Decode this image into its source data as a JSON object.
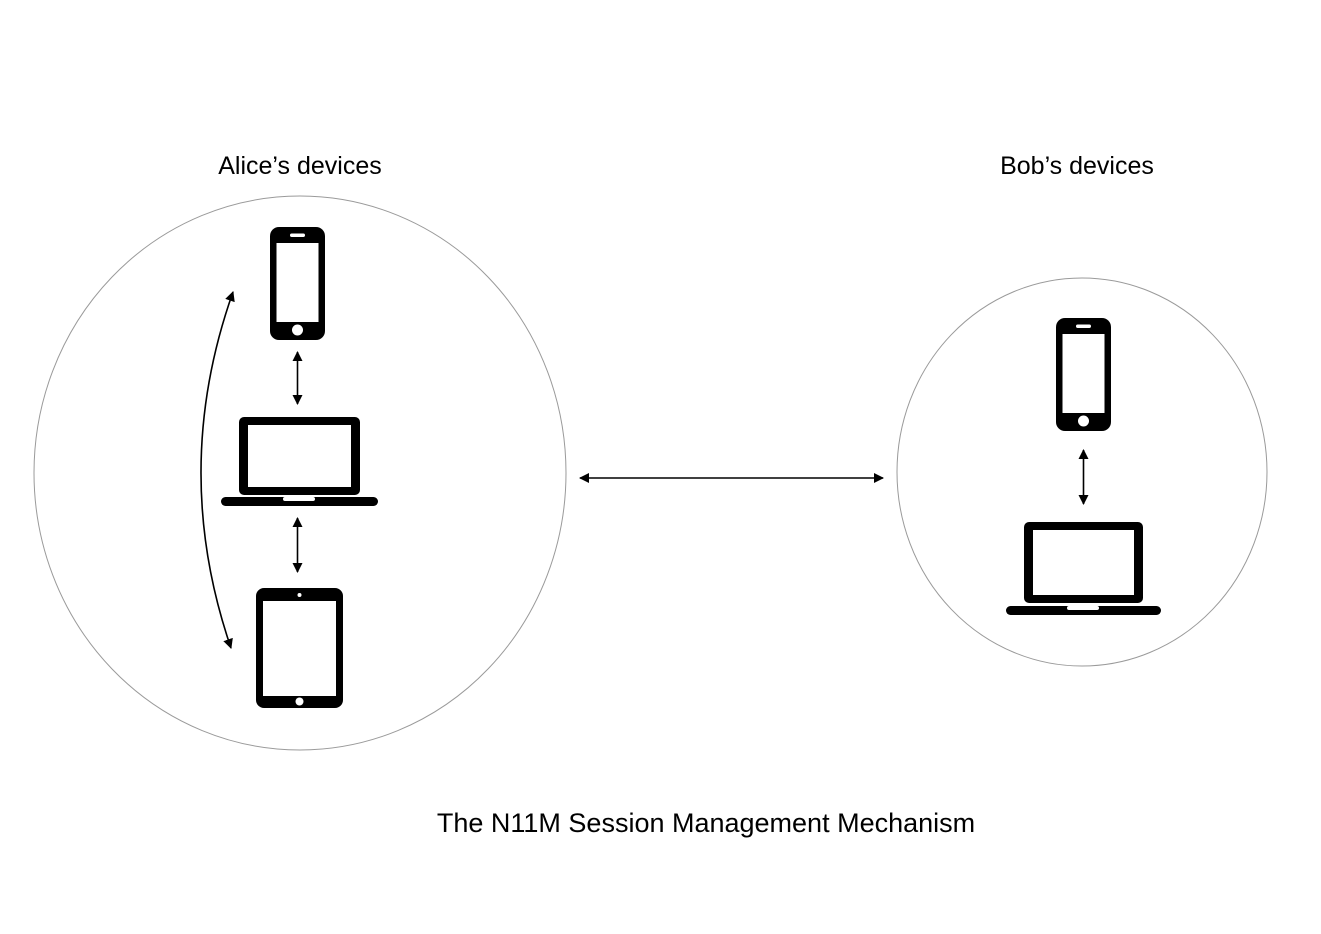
{
  "diagram": {
    "title": "The N11M Session Management Mechanism",
    "alice": {
      "label": "Alice’s devices",
      "device_icons": [
        "smartphone-icon",
        "laptop-icon",
        "tablet-icon"
      ],
      "connections": [
        "smartphone-laptop",
        "laptop-tablet",
        "smartphone-tablet-curved"
      ]
    },
    "bob": {
      "label": "Bob’s devices",
      "device_icons": [
        "smartphone-icon",
        "laptop-icon"
      ],
      "connections": [
        "smartphone-laptop"
      ]
    },
    "link": {
      "between": "alice-circle and bob-circle",
      "style": "double-headed-arrow"
    },
    "colors": {
      "background": "#ffffff",
      "device": "#000000",
      "text": "#000000",
      "circle_stroke": "#9a9a9a",
      "arrow": "#000000"
    }
  }
}
